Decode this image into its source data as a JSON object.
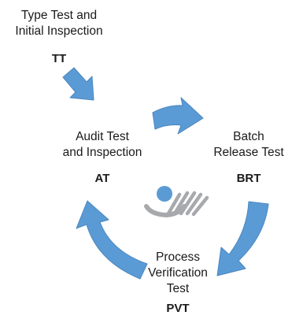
{
  "diagram": {
    "colors": {
      "arrow": "#5b9bd5",
      "arrow_edge": "#4a86bf",
      "logo_dot": "#5b9bd5",
      "logo_stripes": "#a7a9ac"
    },
    "stages": {
      "type_test": {
        "title_line1": "Type Test and",
        "title_line2": "Initial Inspection",
        "abbr": "TT"
      },
      "batch_release": {
        "title_line1": "Batch",
        "title_line2": "Release Test",
        "abbr": "BRT"
      },
      "audit": {
        "title_line1": "Audit Test",
        "title_line2": "and Inspection",
        "abbr": "AT"
      },
      "process_verification": {
        "title_line1": "Process",
        "title_line2": "Verification",
        "title_line3": "Test",
        "abbr": "PVT"
      }
    },
    "logo_icon": "stylized-figure-with-stripes-icon"
  }
}
